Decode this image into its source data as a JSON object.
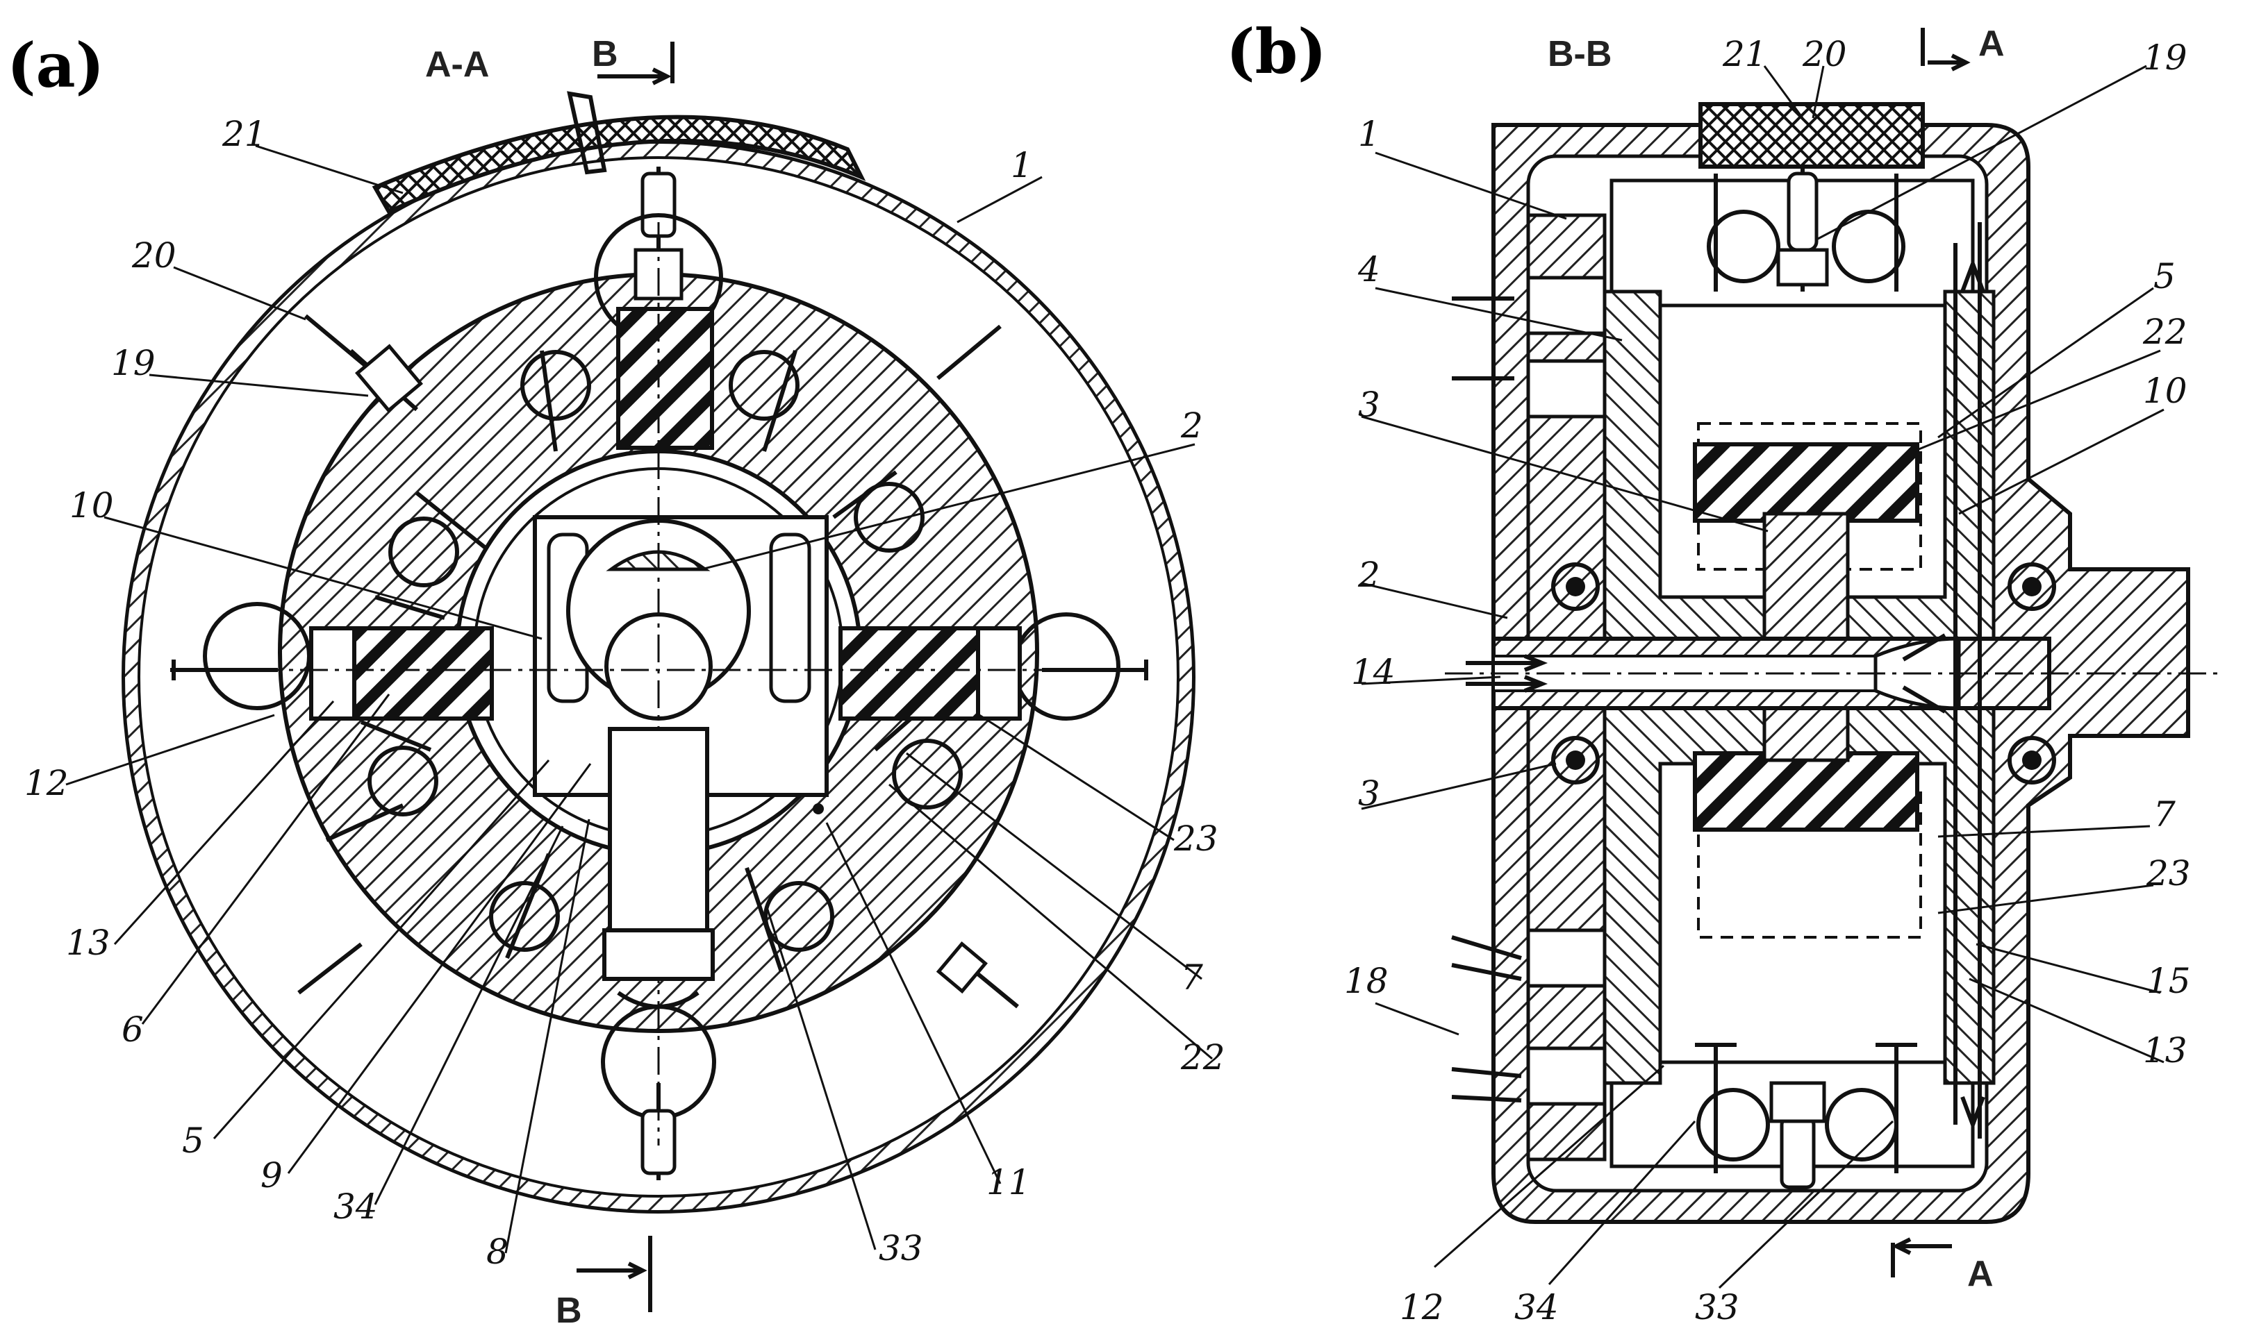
{
  "panels": {
    "a": {
      "label": "(a)",
      "section": "A-A",
      "cut_marker_top": "B",
      "cut_marker_bottom": "B",
      "callouts": [
        "21",
        "20",
        "19",
        "10",
        "12",
        "13",
        "6",
        "5",
        "9",
        "34",
        "8",
        "33",
        "11",
        "22",
        "7",
        "23",
        "2",
        "1"
      ]
    },
    "b": {
      "label": "(b)",
      "section": "B-B",
      "cut_marker_top": "A",
      "cut_marker_bottom": "A",
      "callouts": [
        "1",
        "4",
        "3",
        "2",
        "14",
        "3",
        "18",
        "12",
        "34",
        "33",
        "13",
        "15",
        "23",
        "7",
        "10",
        "22",
        "5",
        "19",
        "21",
        "20"
      ]
    }
  }
}
